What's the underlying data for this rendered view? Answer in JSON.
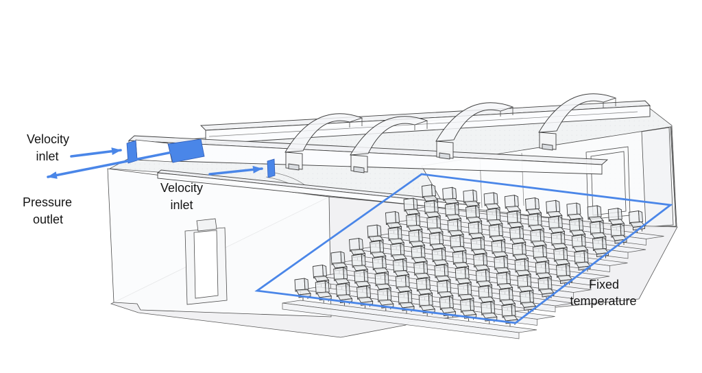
{
  "figure": {
    "kind": "3D CAD wireframe of a lecture hall with ceiling duct system and tiered seating",
    "annotations": {
      "velocity_inlet_top": {
        "line1": "Velocity",
        "line2": "inlet"
      },
      "pressure_outlet": {
        "line1": "Pressure",
        "line2": "outlet"
      },
      "velocity_inlet_mid": {
        "line1": "Velocity",
        "line2": "inlet"
      },
      "fixed_temperature": {
        "line1": "Fixed",
        "line2": "temperature"
      }
    },
    "colors": {
      "annotation_blue": "#4a86e8",
      "edge_gray": "#4a4a4a",
      "surface_gray": "#eceef0",
      "background": "#ffffff"
    },
    "seating": {
      "rows": 8,
      "seats_per_row": 11
    },
    "ducts": {
      "arch_count": 4,
      "inlet_patch_count": 2,
      "outlet_patch_count": 1
    }
  }
}
